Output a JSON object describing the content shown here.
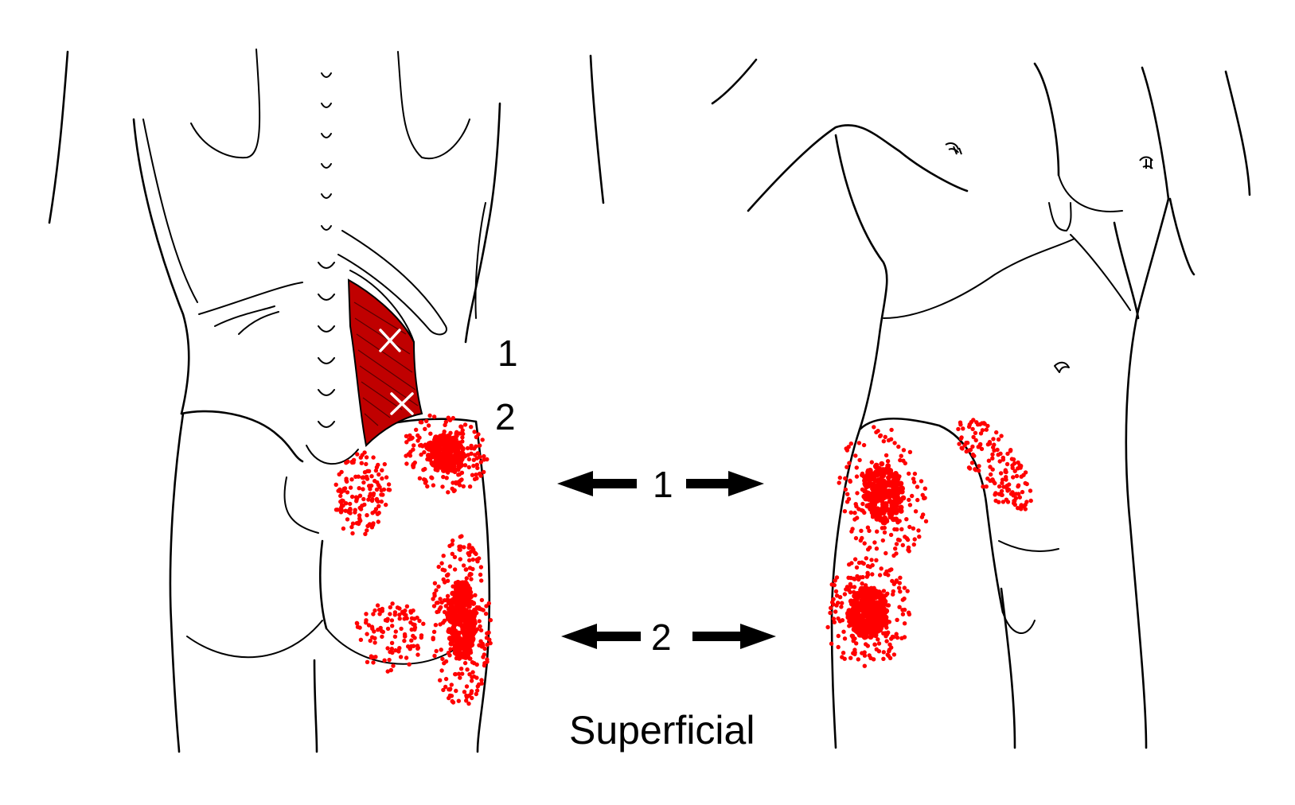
{
  "labels": {
    "point_1": "1",
    "point_2": "2",
    "arrow_1": "1",
    "arrow_2": "2",
    "caption": "Superficial"
  },
  "colors": {
    "referral_pain": "#ff0000",
    "muscle": "#c00000",
    "outline": "#000000"
  }
}
